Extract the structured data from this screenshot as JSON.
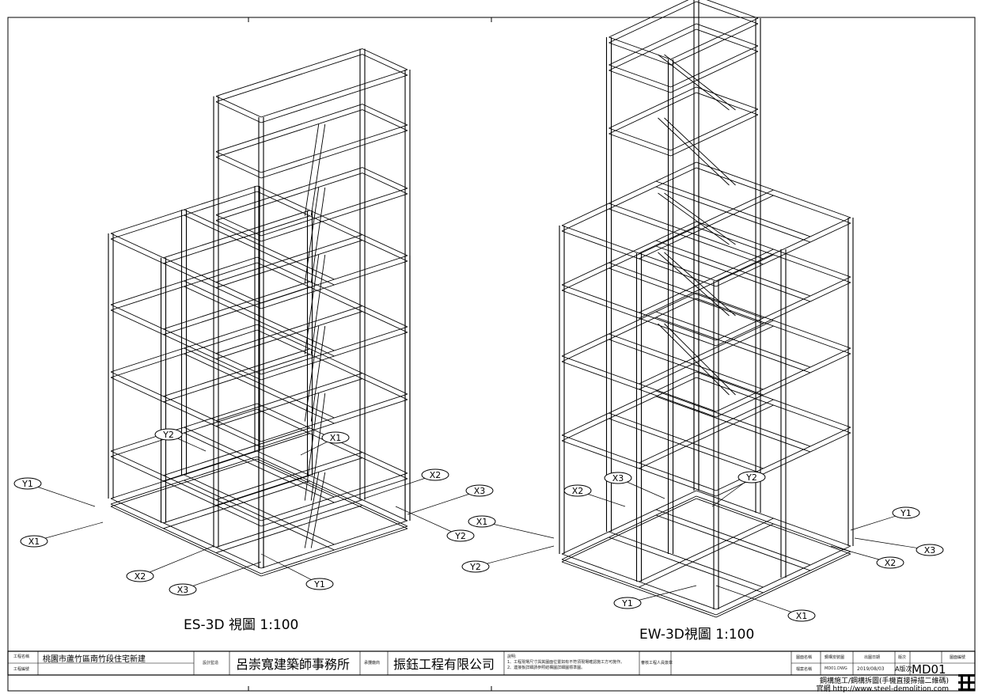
{
  "views": [
    {
      "title": "ES-3D 視圖 1:100",
      "grid_labels": [
        "Y1",
        "X1",
        "X2",
        "X3",
        "Y1",
        "Y2",
        "X3",
        "X2",
        "Y2",
        "X1"
      ]
    },
    {
      "title": "EW-3D視圖 1:100",
      "grid_labels": [
        "X2",
        "X3",
        "Y2",
        "X1",
        "Y2",
        "Y1",
        "X1",
        "X2",
        "X3",
        "Y1"
      ]
    }
  ],
  "title_block": {
    "project_name_label": "工程名稱",
    "project_name": "桃園市蘆竹區南竹段住宅新建",
    "project_no_label": "工程編號",
    "designer_label": "設計監造",
    "designer": "呂崇寬建築師事務所",
    "contractor_label": "承攬廠商",
    "contractor": "振鈺工程有限公司",
    "notes_label": "說明:",
    "note_1": "1、工程現場尺寸與其圖面位置如有不符須現場確認施工方可施作。",
    "note_2": "2、連接板詳細請參照結構圖詳細圖標準圖。",
    "signature_label": "審核工程人員簽章",
    "drawing_name_label": "圖面名稱",
    "drawing_name": "鋼構安裝圖",
    "file_name_label": "檔案名稱",
    "file_name": "MD01.DWG",
    "date_label": "出圖日期",
    "date": "2019/08/03",
    "version_label": "版次",
    "version": "A版次",
    "drawing_no_label": "圖面編號",
    "drawing_no": "MD01"
  },
  "footer": {
    "line1": "鋼構施工/鋼構拆圖(手機直接掃描二維碼)",
    "line2": "官網 http://www.steel-demolition.com"
  }
}
